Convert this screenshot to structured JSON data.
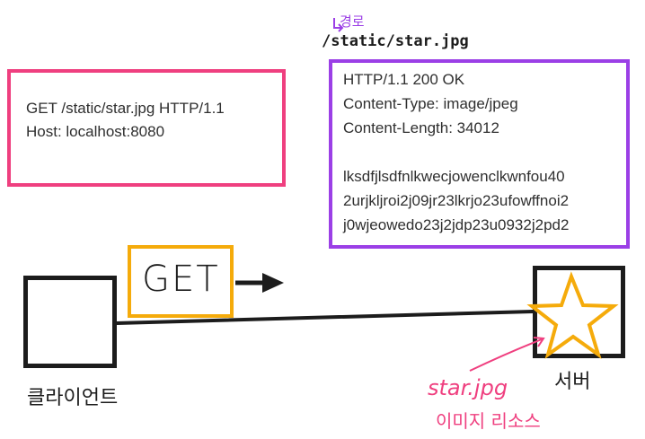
{
  "request": {
    "line1": "GET /static/star.jpg HTTP/1.1",
    "line2": "Host: localhost:8080"
  },
  "response": {
    "lines": [
      "HTTP/1.1 200 OK",
      "Content-Type: image/jpeg",
      "Content-Length: 34012",
      "",
      "lksdfjlsdfnlkwecjowenclkwnfou40",
      "2urjkljroi2j09jr23lkrjo23ufowffnoi2",
      "j0wjeowedo23j2jdp23u0932j2pd2"
    ]
  },
  "path_annotation": {
    "hint": "경로",
    "path": "/static/star.jpg"
  },
  "method_label": "GET",
  "client_label": "클라이언트",
  "server_label": "서버",
  "resource_annotation": {
    "filename": "star.jpg",
    "caption": "이미지 리소스"
  },
  "colors": {
    "request_border": "#ef3f7f",
    "response_border": "#9b3fe6",
    "method_border": "#f5ab0b",
    "star": "#f5ab0b",
    "annotation_pink": "#ef3f7f",
    "annotation_purple": "#9b3fe6",
    "ink": "#1c1c1c"
  },
  "icons": [
    "arrow-right-icon",
    "star-icon",
    "hook-arrow-icon",
    "pointer-arrow-icon"
  ]
}
